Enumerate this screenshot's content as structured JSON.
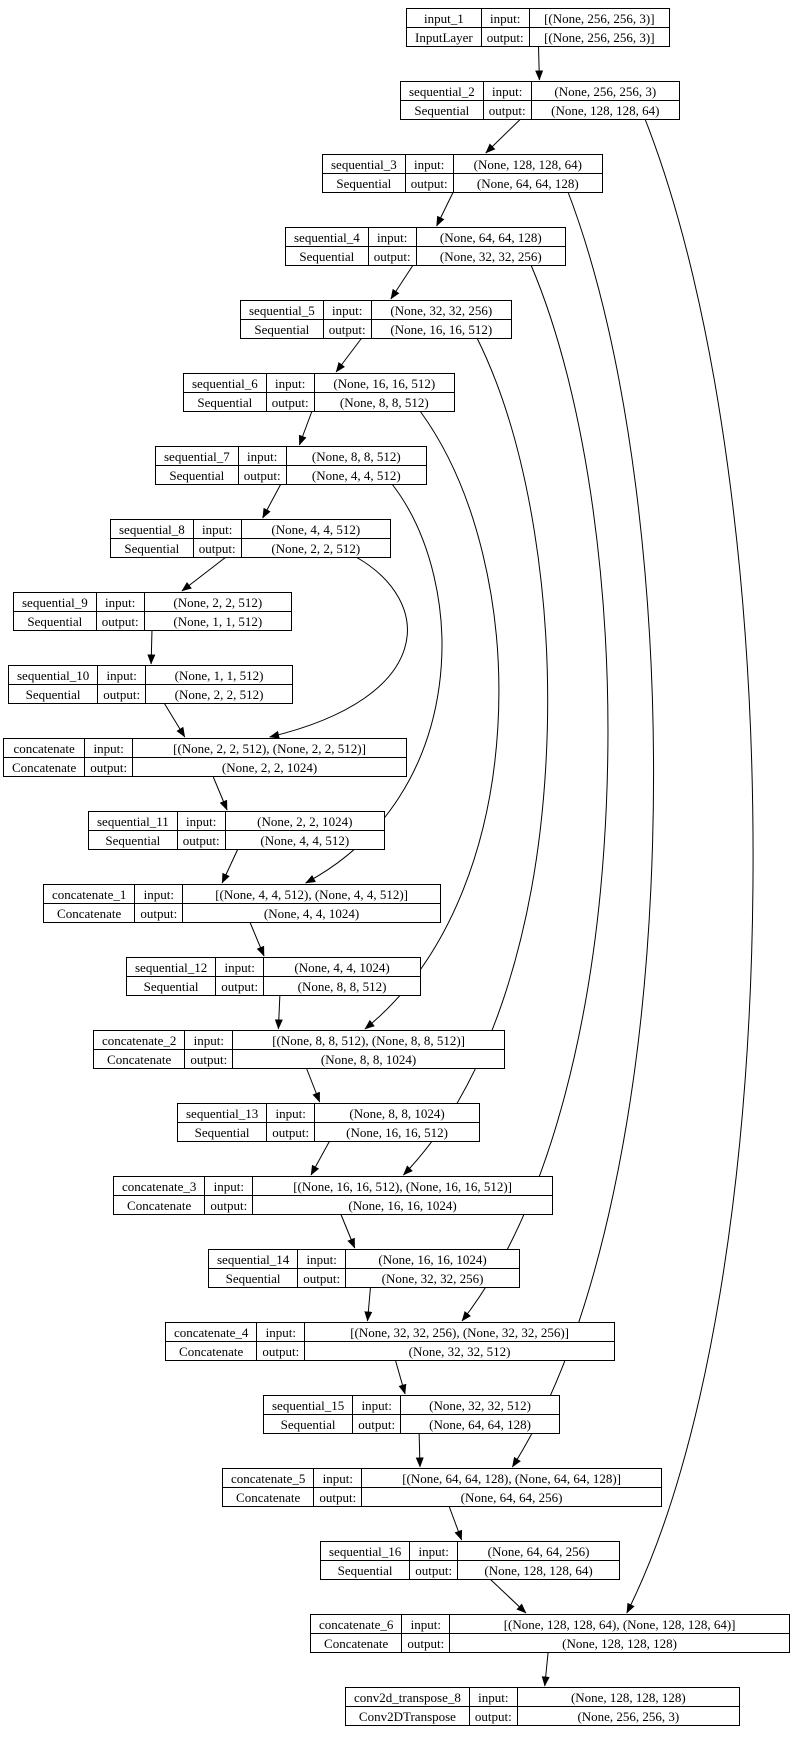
{
  "labels": {
    "input": "input:",
    "output": "output:"
  },
  "colors": {
    "background": "#ffffff",
    "node_border": "#000000",
    "edge": "#000000",
    "text": "#000000"
  },
  "nodes": [
    {
      "name": "input_1",
      "type": "InputLayer",
      "input": "[(None, 256, 256, 3)]",
      "output": "[(None, 256, 256, 3)]"
    },
    {
      "name": "sequential_2",
      "type": "Sequential",
      "input": "(None, 256, 256, 3)",
      "output": "(None, 128, 128, 64)"
    },
    {
      "name": "sequential_3",
      "type": "Sequential",
      "input": "(None, 128, 128, 64)",
      "output": "(None, 64, 64, 128)"
    },
    {
      "name": "sequential_4",
      "type": "Sequential",
      "input": "(None, 64, 64, 128)",
      "output": "(None, 32, 32, 256)"
    },
    {
      "name": "sequential_5",
      "type": "Sequential",
      "input": "(None, 32, 32, 256)",
      "output": "(None, 16, 16, 512)"
    },
    {
      "name": "sequential_6",
      "type": "Sequential",
      "input": "(None, 16, 16, 512)",
      "output": "(None, 8, 8, 512)"
    },
    {
      "name": "sequential_7",
      "type": "Sequential",
      "input": "(None, 8, 8, 512)",
      "output": "(None, 4, 4, 512)"
    },
    {
      "name": "sequential_8",
      "type": "Sequential",
      "input": "(None, 4, 4, 512)",
      "output": "(None, 2, 2, 512)"
    },
    {
      "name": "sequential_9",
      "type": "Sequential",
      "input": "(None, 2, 2, 512)",
      "output": "(None, 1, 1, 512)"
    },
    {
      "name": "sequential_10",
      "type": "Sequential",
      "input": "(None, 1, 1, 512)",
      "output": "(None, 2, 2, 512)"
    },
    {
      "name": "concatenate",
      "type": "Concatenate",
      "input": "[(None, 2, 2, 512), (None, 2, 2, 512)]",
      "output": "(None, 2, 2, 1024)"
    },
    {
      "name": "sequential_11",
      "type": "Sequential",
      "input": "(None, 2, 2, 1024)",
      "output": "(None, 4, 4, 512)"
    },
    {
      "name": "concatenate_1",
      "type": "Concatenate",
      "input": "[(None, 4, 4, 512), (None, 4, 4, 512)]",
      "output": "(None, 4, 4, 1024)"
    },
    {
      "name": "sequential_12",
      "type": "Sequential",
      "input": "(None, 4, 4, 1024)",
      "output": "(None, 8, 8, 512)"
    },
    {
      "name": "concatenate_2",
      "type": "Concatenate",
      "input": "[(None, 8, 8, 512), (None, 8, 8, 512)]",
      "output": "(None, 8, 8, 1024)"
    },
    {
      "name": "sequential_13",
      "type": "Sequential",
      "input": "(None, 8, 8, 1024)",
      "output": "(None, 16, 16, 512)"
    },
    {
      "name": "concatenate_3",
      "type": "Concatenate",
      "input": "[(None, 16, 16, 512), (None, 16, 16, 512)]",
      "output": "(None, 16, 16, 1024)"
    },
    {
      "name": "sequential_14",
      "type": "Sequential",
      "input": "(None, 16, 16, 1024)",
      "output": "(None, 32, 32, 256)"
    },
    {
      "name": "concatenate_4",
      "type": "Concatenate",
      "input": "[(None, 32, 32, 256), (None, 32, 32, 256)]",
      "output": "(None, 32, 32, 512)"
    },
    {
      "name": "sequential_15",
      "type": "Sequential",
      "input": "(None, 32, 32, 512)",
      "output": "(None, 64, 64, 128)"
    },
    {
      "name": "concatenate_5",
      "type": "Concatenate",
      "input": "[(None, 64, 64, 128), (None, 64, 64, 128)]",
      "output": "(None, 64, 64, 256)"
    },
    {
      "name": "sequential_16",
      "type": "Sequential",
      "input": "(None, 64, 64, 256)",
      "output": "(None, 128, 128, 64)"
    },
    {
      "name": "concatenate_6",
      "type": "Concatenate",
      "input": "[(None, 128, 128, 64), (None, 128, 128, 64)]",
      "output": "(None, 128, 128, 128)"
    },
    {
      "name": "conv2d_transpose_8",
      "type": "Conv2DTranspose",
      "input": "(None, 128, 128, 128)",
      "output": "(None, 256, 256, 3)"
    }
  ],
  "edges": [
    {
      "from": "input_1",
      "to": "sequential_2"
    },
    {
      "from": "sequential_2",
      "to": "sequential_3"
    },
    {
      "from": "sequential_3",
      "to": "sequential_4"
    },
    {
      "from": "sequential_4",
      "to": "sequential_5"
    },
    {
      "from": "sequential_5",
      "to": "sequential_6"
    },
    {
      "from": "sequential_6",
      "to": "sequential_7"
    },
    {
      "from": "sequential_7",
      "to": "sequential_8"
    },
    {
      "from": "sequential_8",
      "to": "sequential_9"
    },
    {
      "from": "sequential_9",
      "to": "sequential_10"
    },
    {
      "from": "sequential_10",
      "to": "concatenate"
    },
    {
      "from": "sequential_8",
      "to": "concatenate"
    },
    {
      "from": "concatenate",
      "to": "sequential_11"
    },
    {
      "from": "sequential_11",
      "to": "concatenate_1"
    },
    {
      "from": "sequential_7",
      "to": "concatenate_1"
    },
    {
      "from": "concatenate_1",
      "to": "sequential_12"
    },
    {
      "from": "sequential_12",
      "to": "concatenate_2"
    },
    {
      "from": "sequential_6",
      "to": "concatenate_2"
    },
    {
      "from": "concatenate_2",
      "to": "sequential_13"
    },
    {
      "from": "sequential_13",
      "to": "concatenate_3"
    },
    {
      "from": "sequential_5",
      "to": "concatenate_3"
    },
    {
      "from": "concatenate_3",
      "to": "sequential_14"
    },
    {
      "from": "sequential_14",
      "to": "concatenate_4"
    },
    {
      "from": "sequential_4",
      "to": "concatenate_4"
    },
    {
      "from": "concatenate_4",
      "to": "sequential_15"
    },
    {
      "from": "sequential_15",
      "to": "concatenate_5"
    },
    {
      "from": "sequential_3",
      "to": "concatenate_5"
    },
    {
      "from": "concatenate_5",
      "to": "sequential_16"
    },
    {
      "from": "sequential_16",
      "to": "concatenate_6"
    },
    {
      "from": "sequential_2",
      "to": "concatenate_6"
    },
    {
      "from": "concatenate_6",
      "to": "conv2d_transpose_8"
    }
  ]
}
